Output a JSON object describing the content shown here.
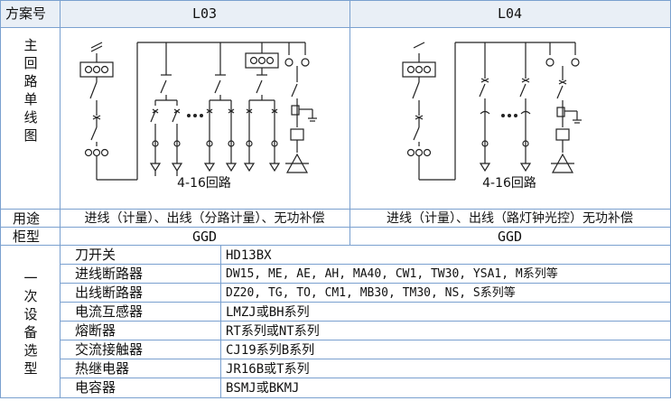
{
  "header": {
    "scheme_label": "方案号",
    "col_a": "L03",
    "col_b": "L04"
  },
  "diagram_row": {
    "label_chars": [
      "主",
      "回",
      "路",
      "单",
      "线",
      "图"
    ],
    "circuit_a_caption": "4-16回路",
    "circuit_b_caption": "4-16回路"
  },
  "usage_row": {
    "label": "用途",
    "a": "进线（计量）、出线（分路计量）、无功补偿",
    "b": "进线（计量）、出线（路灯钟光控）无功补偿"
  },
  "cabinet_row": {
    "label": "柜型",
    "a": "GGD",
    "b": "GGD"
  },
  "equipment": {
    "label_chars": [
      "一",
      "次",
      "设",
      "备",
      "选",
      "型"
    ],
    "rows": [
      {
        "name": "刀开关",
        "model": "HD13BX"
      },
      {
        "name": "进线断路器",
        "model": "DW15, ME, AE, AH, MA40, CW1, TW30, YSA1, M系列等"
      },
      {
        "name": "出线断路器",
        "model": "DZ20, TG, TO, CM1, MB30, TM30, NS, S系列等"
      },
      {
        "name": "电流互感器",
        "model": "LMZJ或BH系列"
      },
      {
        "name": "熔断器",
        "model": "RT系列或NT系列"
      },
      {
        "name": "交流接触器",
        "model": "CJ19系列B系列"
      },
      {
        "name": "热继电器",
        "model": "JR16B或T系列"
      },
      {
        "name": "电容器",
        "model": "BSMJ或BKMJ"
      }
    ]
  }
}
